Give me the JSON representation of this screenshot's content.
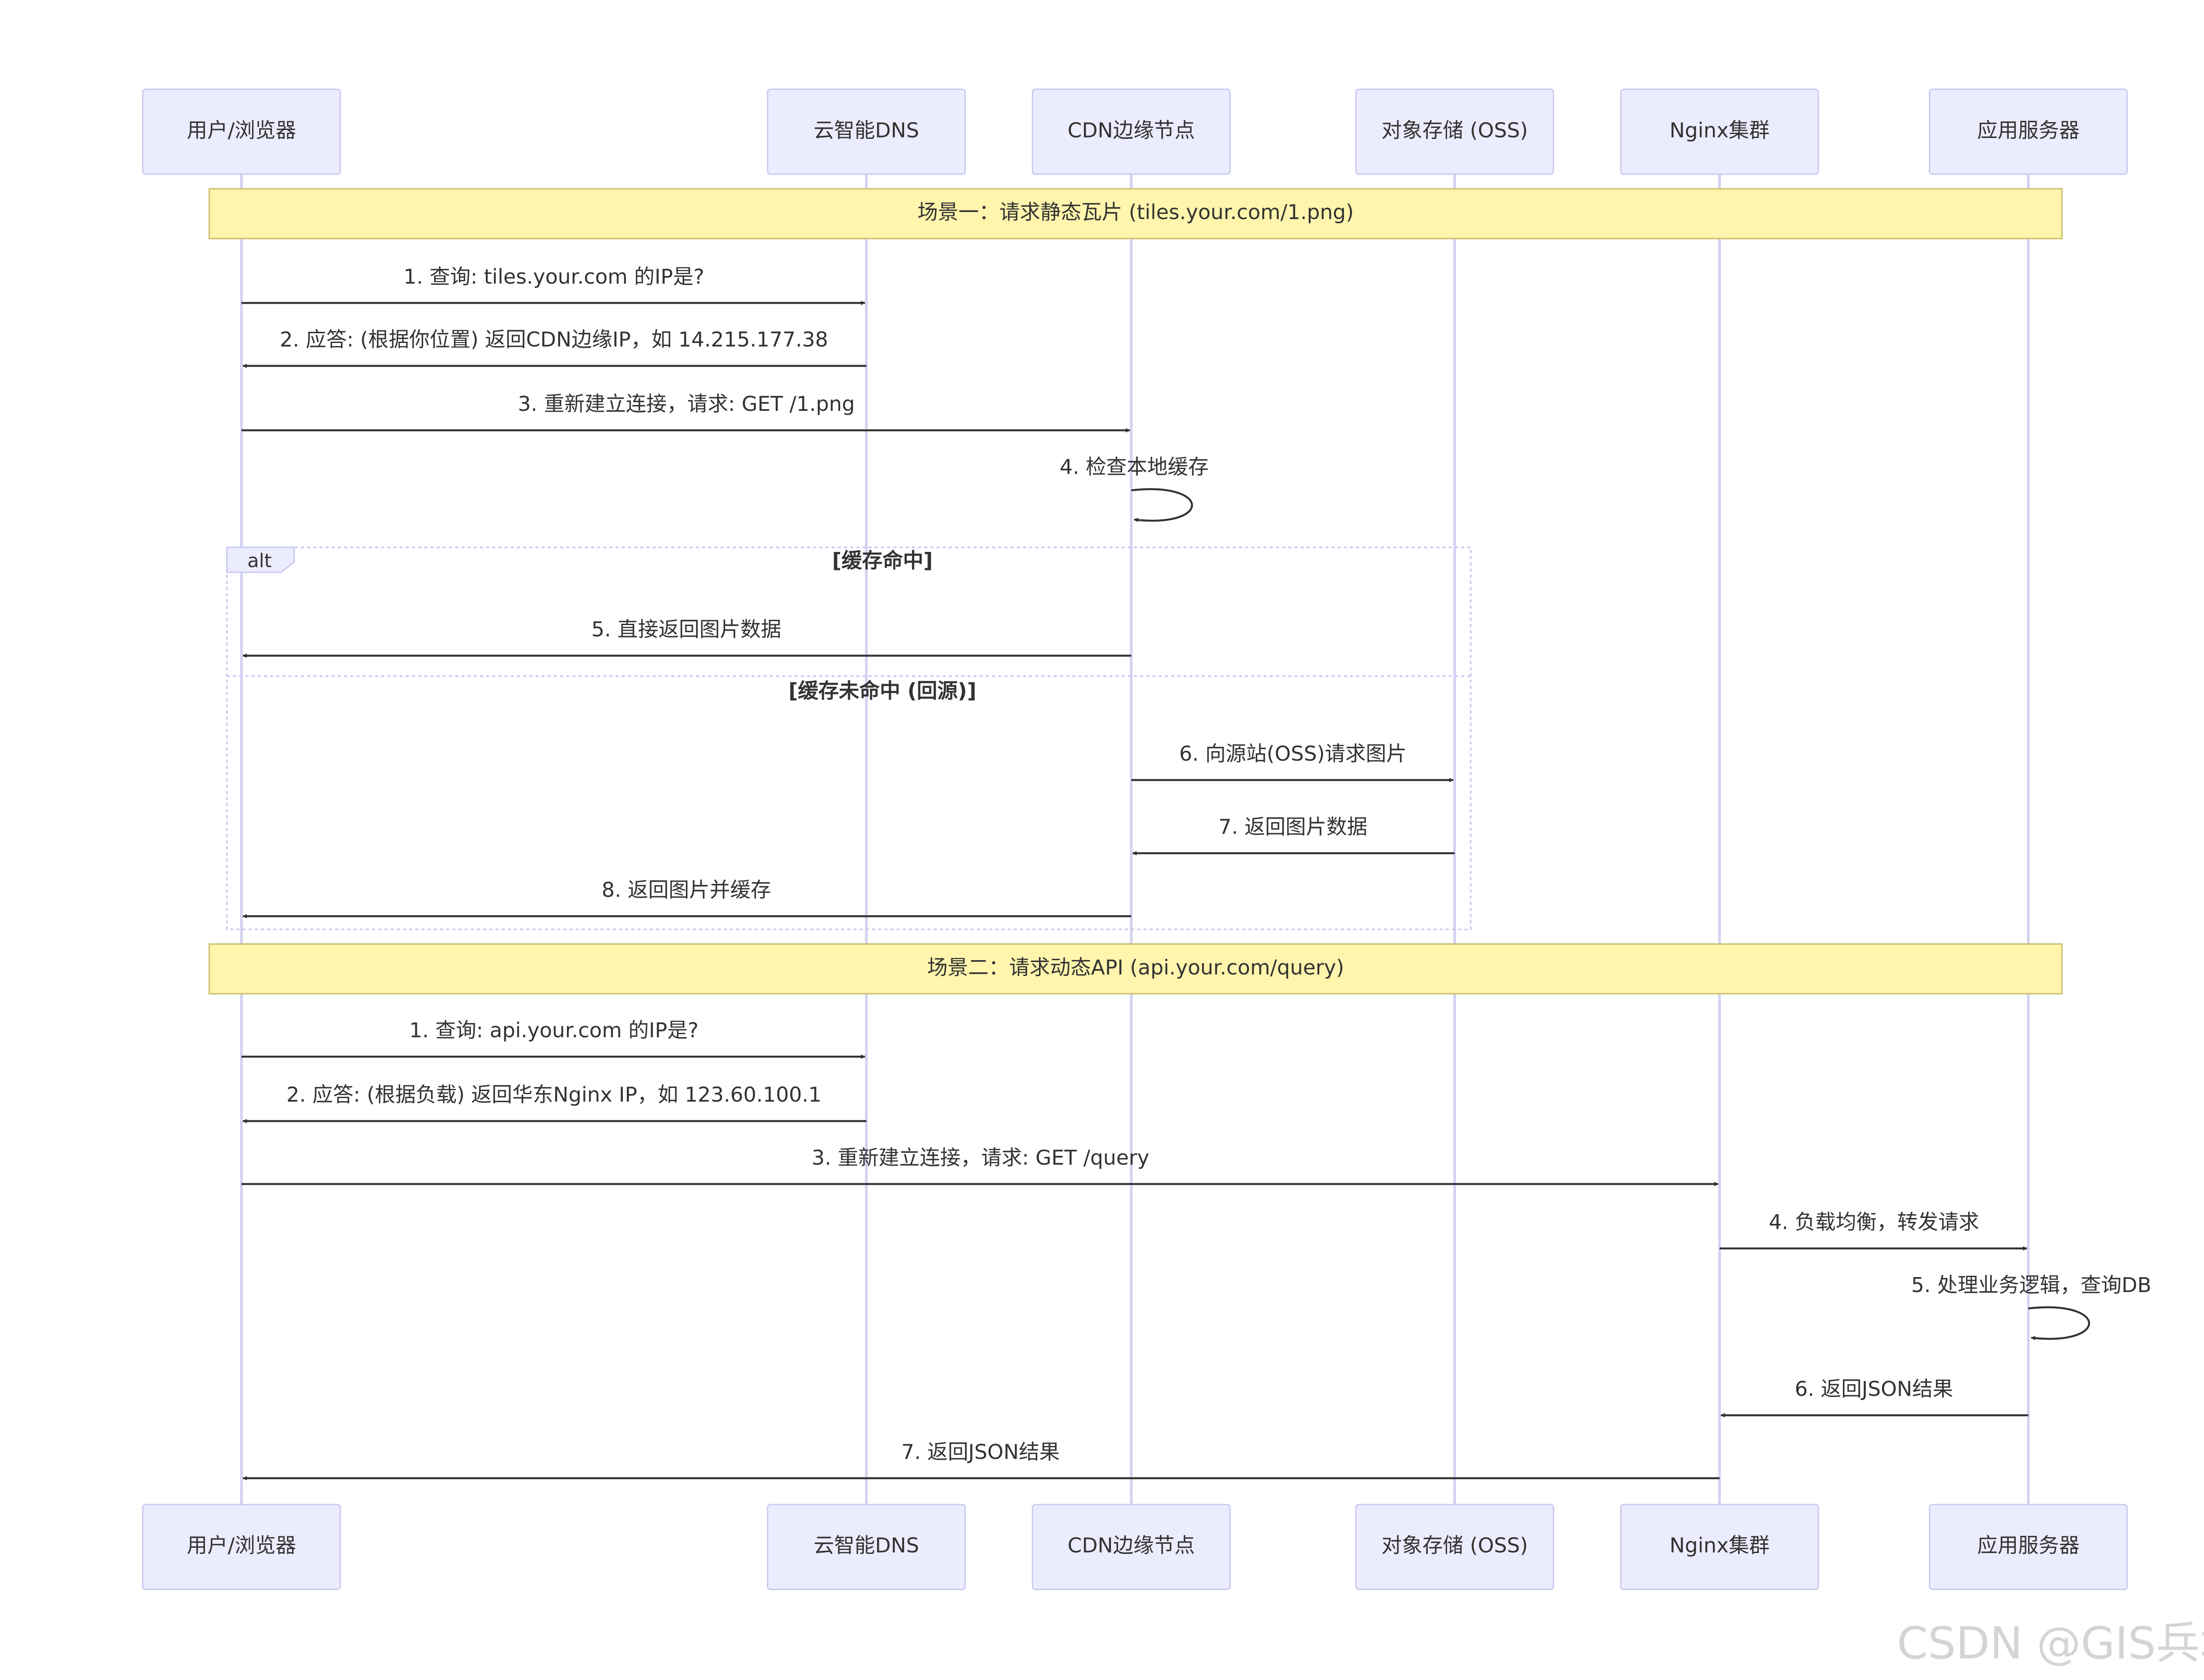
{
  "participants": [
    {
      "id": "user",
      "label": "用户/浏览器"
    },
    {
      "id": "dns",
      "label": "云智能DNS"
    },
    {
      "id": "cdn",
      "label": "CDN边缘节点"
    },
    {
      "id": "oss",
      "label": "对象存储 (OSS)"
    },
    {
      "id": "nginx",
      "label": "Nginx集群"
    },
    {
      "id": "app",
      "label": "应用服务器"
    }
  ],
  "notes": [
    {
      "id": "scene1",
      "text": "场景一：请求静态瓦片 (tiles.your.com/1.png)"
    },
    {
      "id": "scene2",
      "text": "场景二：请求动态API (api.your.com/query)"
    }
  ],
  "alt_block": {
    "keyword": "alt",
    "branches": [
      {
        "condition": "[缓存命中]"
      },
      {
        "condition": "[缓存未命中 (回源)]"
      }
    ]
  },
  "messages": [
    {
      "id": "s1m1",
      "from": "user",
      "to": "dns",
      "text": "1. 查询: tiles.your.com 的IP是?"
    },
    {
      "id": "s1m2",
      "from": "dns",
      "to": "user",
      "text": "2. 应答: (根据你位置) 返回CDN边缘IP，如 14.215.177.38"
    },
    {
      "id": "s1m3",
      "from": "user",
      "to": "cdn",
      "text": "3. 重新建立连接，请求: GET /1.png"
    },
    {
      "id": "s1m4",
      "from": "cdn",
      "to": "cdn",
      "text": "4. 检查本地缓存"
    },
    {
      "id": "s1m5",
      "from": "cdn",
      "to": "user",
      "text": "5. 直接返回图片数据"
    },
    {
      "id": "s1m6",
      "from": "cdn",
      "to": "oss",
      "text": "6. 向源站(OSS)请求图片"
    },
    {
      "id": "s1m7",
      "from": "oss",
      "to": "cdn",
      "text": "7. 返回图片数据"
    },
    {
      "id": "s1m8",
      "from": "cdn",
      "to": "user",
      "text": "8. 返回图片并缓存"
    },
    {
      "id": "s2m1",
      "from": "user",
      "to": "dns",
      "text": "1. 查询: api.your.com 的IP是?"
    },
    {
      "id": "s2m2",
      "from": "dns",
      "to": "user",
      "text": "2. 应答: (根据负载) 返回华东Nginx IP，如 123.60.100.1"
    },
    {
      "id": "s2m3",
      "from": "user",
      "to": "nginx",
      "text": "3. 重新建立连接，请求: GET /query"
    },
    {
      "id": "s2m4",
      "from": "nginx",
      "to": "app",
      "text": "4. 负载均衡，转发请求"
    },
    {
      "id": "s2m5",
      "from": "app",
      "to": "app",
      "text": "5. 处理业务逻辑，查询DB"
    },
    {
      "id": "s2m6",
      "from": "app",
      "to": "nginx",
      "text": "6. 返回JSON结果"
    },
    {
      "id": "s2m7",
      "from": "nginx",
      "to": "user",
      "text": "7. 返回JSON结果"
    }
  ],
  "watermark": "CSDN @GIS兵墩墩"
}
